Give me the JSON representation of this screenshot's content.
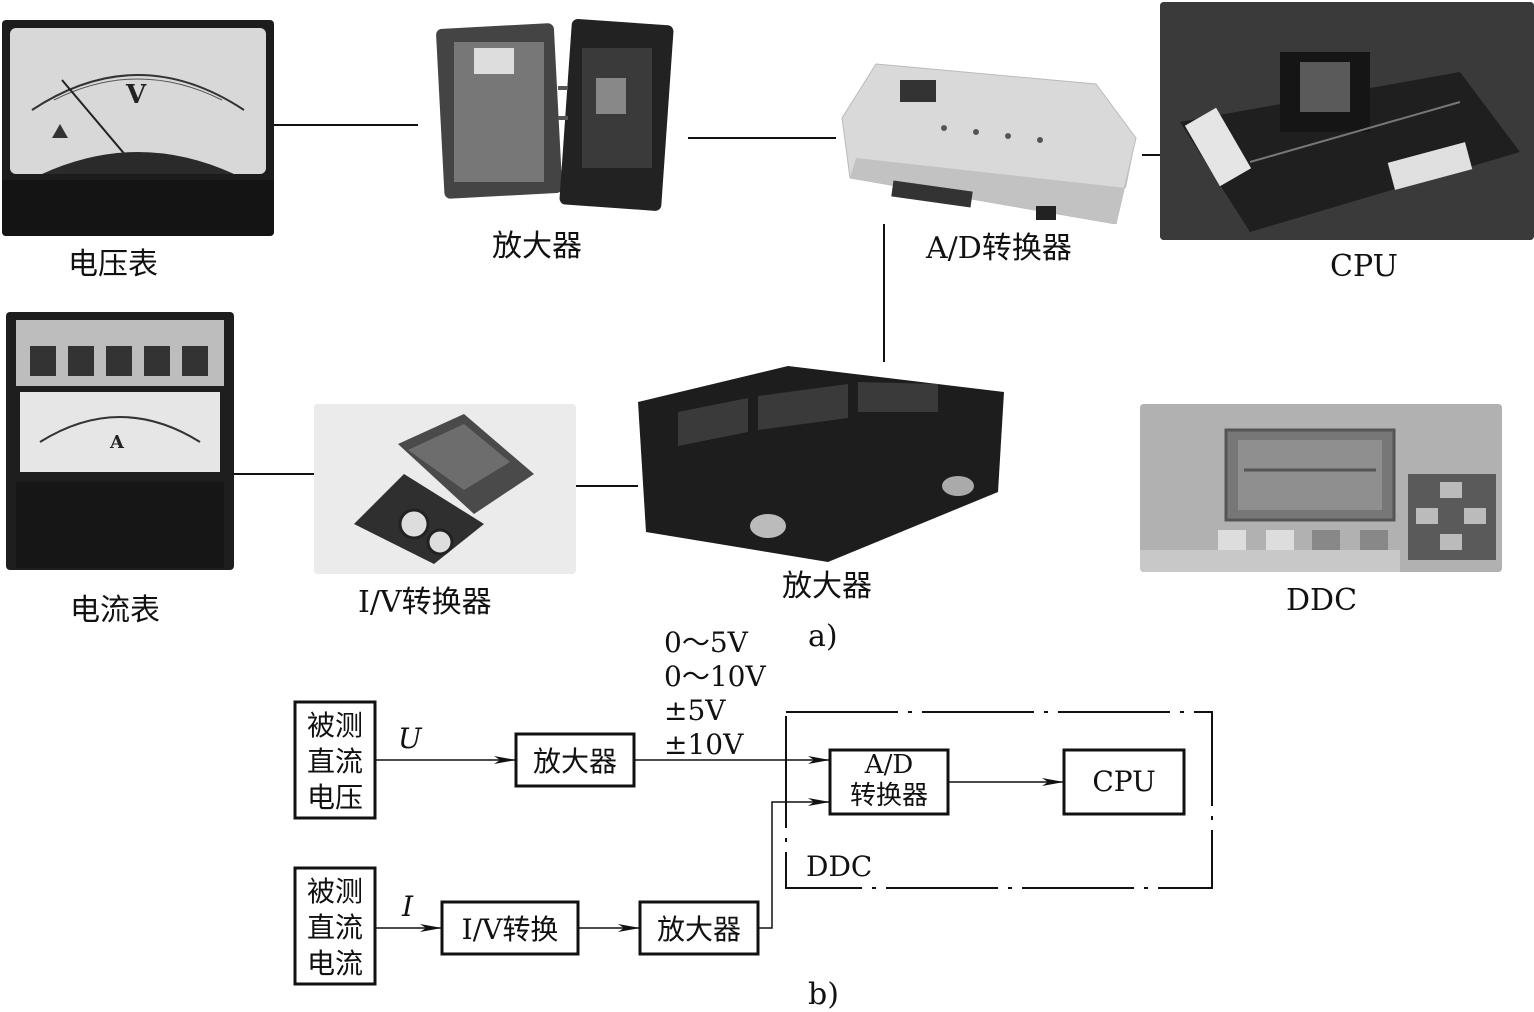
{
  "part_a": {
    "voltmeter_label": "电压表",
    "amplifier_top_label": "放大器",
    "ad_converter_label": "A/D转换器",
    "cpu_label": "CPU",
    "ammeter_label": "电流表",
    "iv_converter_label": "I/V转换器",
    "amplifier_bottom_label": "放大器",
    "ddc_label": "DDC",
    "voltmeter_dial_symbol": "V",
    "ammeter_dial_symbol": "A",
    "caption": "a)"
  },
  "part_b": {
    "voltage_source": [
      "被测",
      "直流",
      "电压"
    ],
    "current_source": [
      "被测",
      "直流",
      "电流"
    ],
    "signal_u": "U",
    "signal_i": "I",
    "amplifier_1": "放大器",
    "iv_conversion": "I/V转换",
    "amplifier_2": "放大器",
    "ad_line1": "A/D",
    "ad_line2": "转换器",
    "cpu": "CPU",
    "ddc": "DDC",
    "ranges": [
      "0～5V",
      "0～10V",
      "±5V",
      "±10V"
    ],
    "caption": "b)"
  }
}
